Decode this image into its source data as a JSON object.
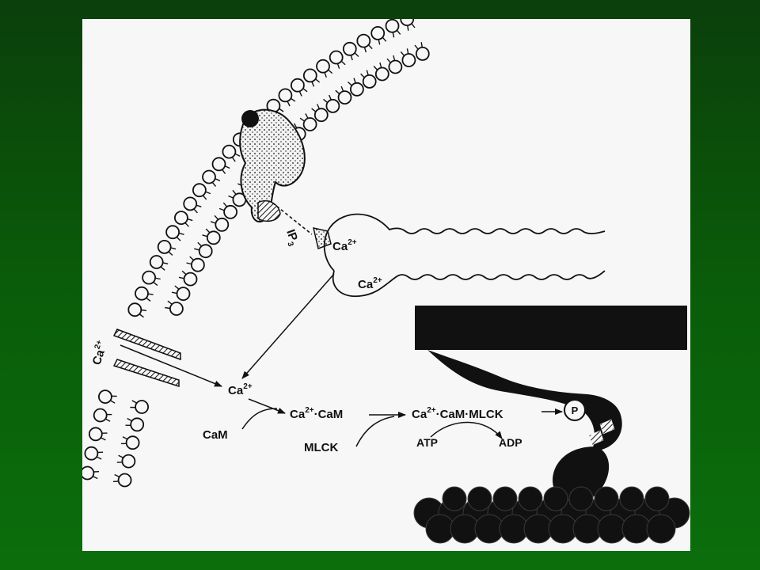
{
  "labels": {
    "ip3": "IP",
    "ip3_sub": "3",
    "ca_sr_top": "Ca",
    "ca_sr_top_sup": "2+",
    "ca_sr_bottom": "Ca",
    "ca_sr_bottom_sup": "2+",
    "ca_channel": "Ca",
    "ca_channel_sup": "2+",
    "ca_free": "Ca",
    "ca_free_sup": "2+",
    "cam": "CaM",
    "ca_cam_ca": "Ca",
    "ca_cam_sup": "2+",
    "ca_cam_rest": "·CaM",
    "mlck": "MLCK",
    "ca_cam_mlck_ca": "Ca",
    "ca_cam_mlck_sup": "2+",
    "ca_cam_mlck_rest": "·CaM·MLCK",
    "atp": "ATP",
    "adp": "ADP",
    "phosphate": "P"
  },
  "colors": {
    "page_background": "#0a5c0a",
    "panel": "#f7f7f7",
    "ink": "#111111"
  }
}
